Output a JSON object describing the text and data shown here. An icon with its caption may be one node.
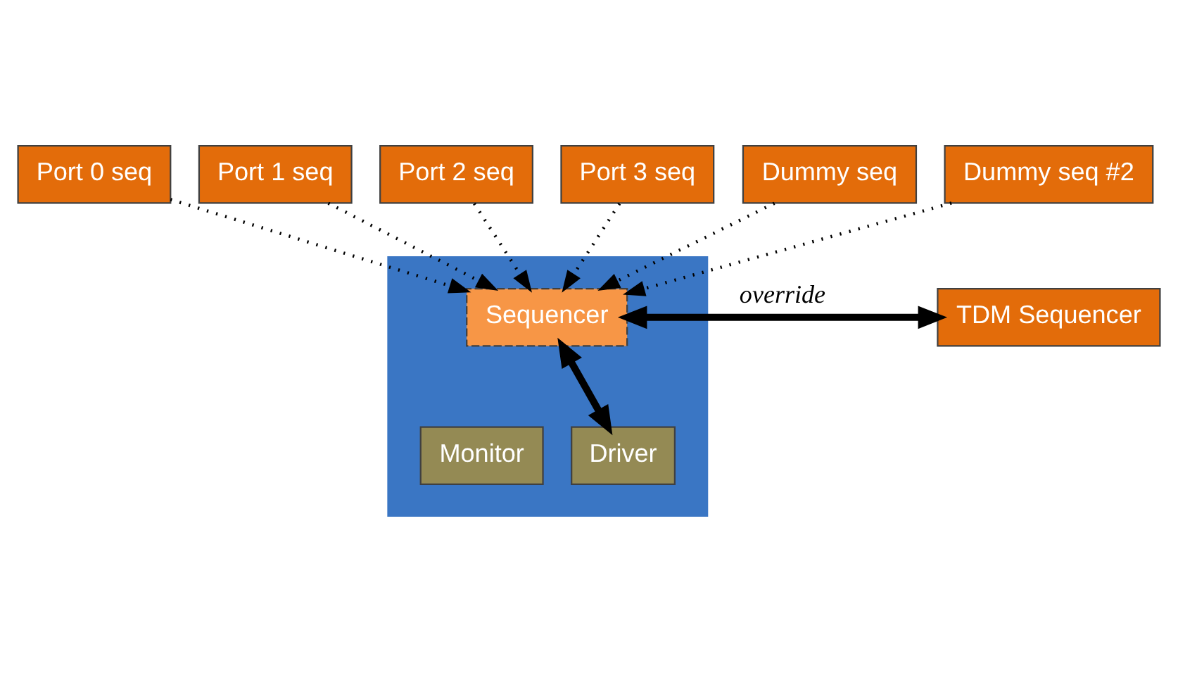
{
  "diagram": {
    "nodes": [
      {
        "text": [
          "Port 0 seq"
        ]
      },
      {
        "text": [
          "Port 1 seq"
        ]
      },
      {
        "text": [
          "Port 2 seq"
        ]
      },
      {
        "text": [
          "Port 3 seq"
        ]
      },
      {
        "text": [
          "Dummy seq"
        ]
      },
      {
        "text": [
          "Dummy seq #2"
        ]
      },
      {
        "text": [],
        "shape": "box"
      },
      {
        "text": [
          "Sequencer"
        ],
        "in": 6
      },
      {
        "text": [
          "TDM Sequencer"
        ]
      },
      {
        "text": [
          "Monitor"
        ],
        "in": 6
      },
      {
        "text": [
          "Driver"
        ],
        "in": 6
      }
    ],
    "edges": [
      {
        "from": 0,
        "to": 7,
        "arrow": "to",
        "style": "dashed"
      },
      {
        "from": 1,
        "to": 7,
        "arrow": "to",
        "style": "dashed"
      },
      {
        "from": 2,
        "to": 7,
        "arrow": "to",
        "style": "dashed"
      },
      {
        "from": 3,
        "to": 7,
        "arrow": "to",
        "style": "dashed"
      },
      {
        "from": 4,
        "to": 7,
        "arrow": "to",
        "style": "dashed"
      },
      {
        "from": 5,
        "to": 7,
        "arrow": "to",
        "style": "dashed"
      },
      {
        "from": 7,
        "to": 8,
        "arrow": "both",
        "label": "override",
        "style": "thick"
      },
      {
        "from": 7,
        "to": 10,
        "arrow": "both",
        "style": "thick"
      }
    ]
  }
}
